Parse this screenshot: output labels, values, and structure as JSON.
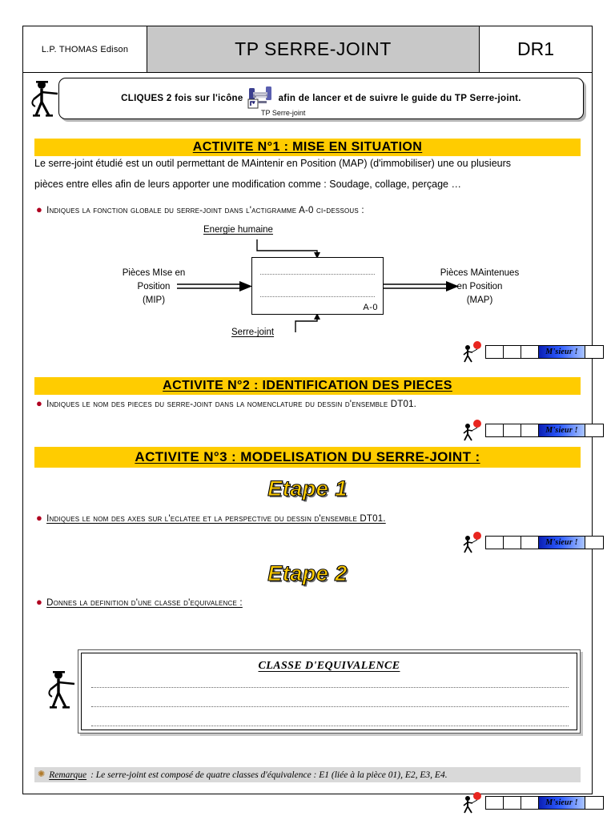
{
  "header": {
    "school": "L.P. THOMAS Edison",
    "title": "TP SERRE-JOINT",
    "reference": "DR1",
    "title_bg": "#c8c8c8"
  },
  "instruction": {
    "text_before": "CLIQUES 2 fois sur l'icône",
    "text_after": "afin de lancer et de suivre le guide du TP Serre-joint.",
    "shortcut_label": "TP Serre-joint",
    "icon_name": "clamp-shortcut-icon"
  },
  "activity1": {
    "banner": "ACTIVITE N°1 : MISE EN SITUATION",
    "paragraph_line1": "Le serre-joint étudié est un outil permettant de MAintenir en Position (MAP) (d'immobiliser) une ou plusieurs",
    "paragraph_line2": "pièces entre elles afin de leurs apporter une modification comme : Soudage, collage, perçage …",
    "question": "Indiques la fonction globale du serre-joint dans l'actigramme A-0 ci-dessous :"
  },
  "actigramme": {
    "control_label": "Energie humaine",
    "mechanism_label": "Serre-joint",
    "input_label_line1": "Pièces MIse en",
    "input_label_line2": "Position",
    "input_label_line3": "(MIP)",
    "output_label_line1": "Pièces MAintenues",
    "output_label_line2": "en Position",
    "output_label_line3": "(MAP)",
    "box_reference": "A-0"
  },
  "activity2": {
    "banner": "ACTIVITE N°2 : IDENTIFICATION DES PIECES",
    "question": "Indiques le nom des pieces du serre-joint dans la nomenclature du dessin d'ensemble DT01."
  },
  "activity3": {
    "banner": "ACTIVITE N°3 : MODELISATION DU SERRE-JOINT :",
    "step1_title": "Etape 1",
    "step1_question": "Indiques le nom des axes sur l'eclatee et la perspective du dessin d'ensemble DT01.",
    "step2_title": "Etape 2",
    "step2_question": "Donnes la definition d'une classe d'equivalence :",
    "answer_box_title": "CLASSE D'EQUIVALENCE"
  },
  "remarque": {
    "label": "Remarque",
    "text": ": Le serre-joint est composé de quatre classes d'équivalence : E1 (liée à la pièce 01), E2, E3, E4.",
    "icon_name": "flower-icon"
  },
  "score_widget": {
    "msieur_label": "M'sieur !",
    "empty_cells_before": 3,
    "empty_cells_after": 1,
    "icon_name": "stickman-balloon-icon",
    "accent_blue": "#2d5bff",
    "balloon_red": "#e8251f"
  },
  "colors": {
    "banner_yellow": "#FFCC00",
    "remarque_gray": "#d9d9d9"
  }
}
